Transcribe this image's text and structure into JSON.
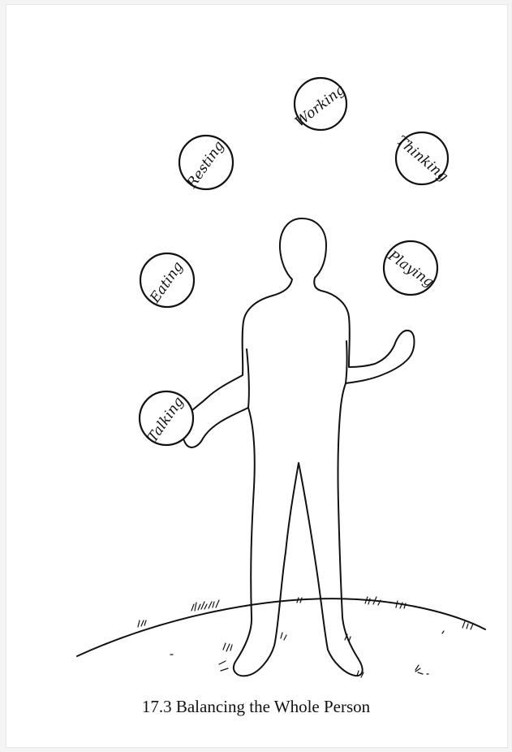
{
  "figure": {
    "caption": "17.3 Balancing the Whole Person",
    "balls": [
      {
        "label": "Working"
      },
      {
        "label": "Resting"
      },
      {
        "label": "Thinking"
      },
      {
        "label": "Eating"
      },
      {
        "label": "Playing"
      },
      {
        "label": "Talking"
      }
    ]
  }
}
